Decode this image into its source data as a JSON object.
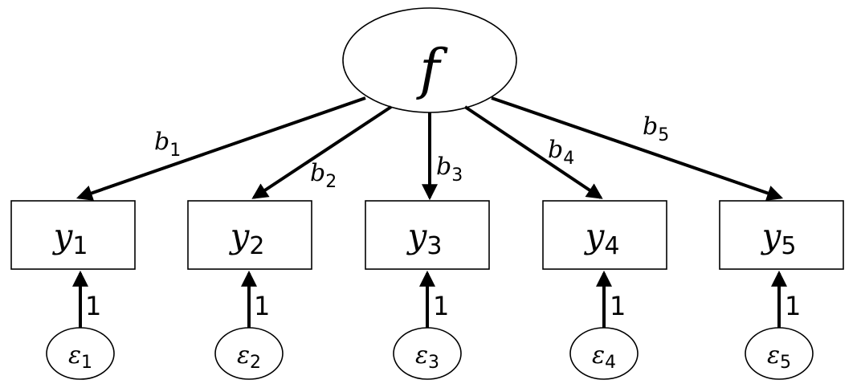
{
  "factor": {
    "label": "f"
  },
  "loadings": [
    {
      "base": "b",
      "sub": "1"
    },
    {
      "base": "b",
      "sub": "2"
    },
    {
      "base": "b",
      "sub": "3"
    },
    {
      "base": "b",
      "sub": "4"
    },
    {
      "base": "b",
      "sub": "5"
    }
  ],
  "indicators": [
    {
      "base": "y",
      "sub": "1"
    },
    {
      "base": "y",
      "sub": "2"
    },
    {
      "base": "y",
      "sub": "3"
    },
    {
      "base": "y",
      "sub": "4"
    },
    {
      "base": "y",
      "sub": "5"
    }
  ],
  "errors": [
    {
      "base": "ε",
      "sub": "1"
    },
    {
      "base": "ε",
      "sub": "2"
    },
    {
      "base": "ε",
      "sub": "3"
    },
    {
      "base": "ε",
      "sub": "4"
    },
    {
      "base": "ε",
      "sub": "5"
    }
  ],
  "error_paths": [
    {
      "label": "1"
    },
    {
      "label": "1"
    },
    {
      "label": "1"
    },
    {
      "label": "1"
    },
    {
      "label": "1"
    }
  ]
}
